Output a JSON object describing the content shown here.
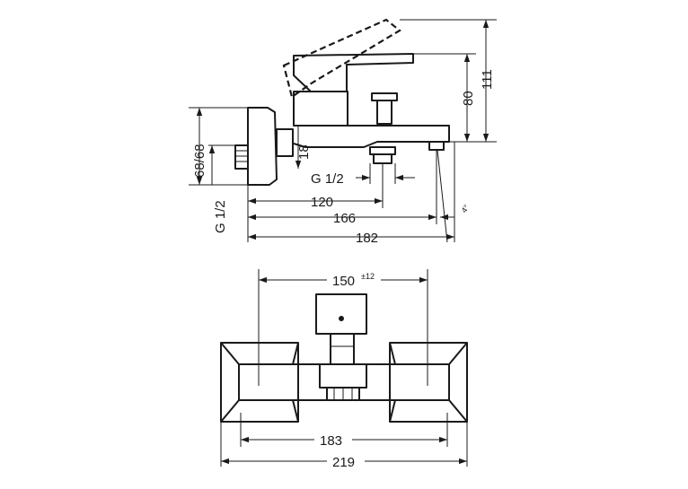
{
  "side_view": {
    "dim_height_total": "111",
    "dim_height_spout": "80",
    "dim_wall_offset": "68/68",
    "dim_thread_left": "G 1/2",
    "dim_spout_drop": "18",
    "dim_thread_outlet": "G 1/2",
    "dim_width_120": "120",
    "dim_width_166": "166",
    "dim_width_182": "182",
    "dim_angle": "4°"
  },
  "top_view": {
    "dim_centers": "150",
    "dim_centers_tol": "±12",
    "dim_width_183": "183",
    "dim_width_219": "219"
  }
}
